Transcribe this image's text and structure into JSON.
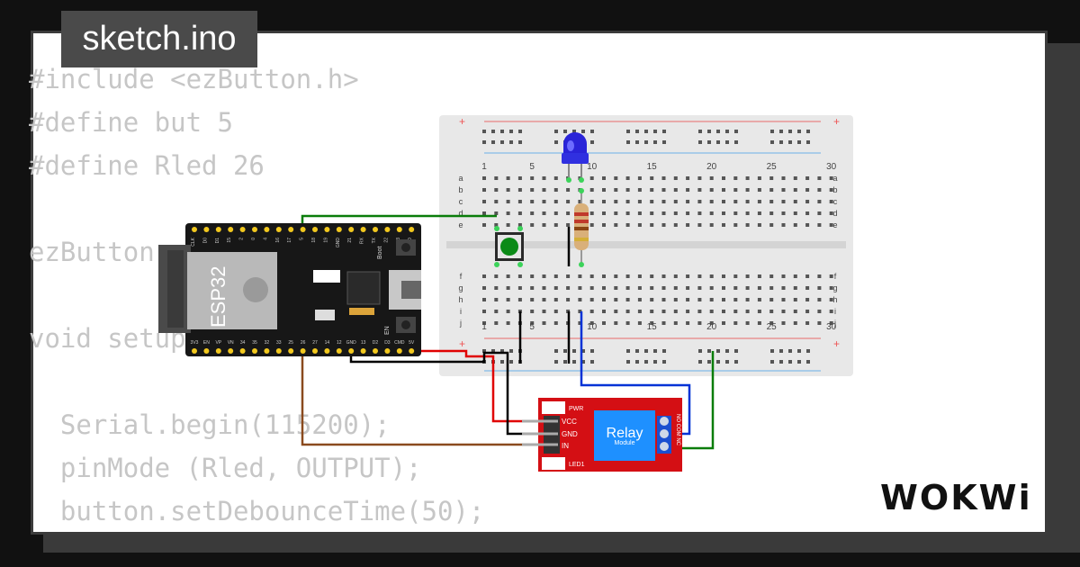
{
  "tab": {
    "filename": "sketch.ino"
  },
  "code_lines": [
    "#include <ezButton.h>",
    "#define but 5",
    "#define Rled 26",
    "",
    "ezButton",
    "",
    "void setup() {",
    "",
    "  Serial.begin(115200);",
    "  pinMode (Rled, OUTPUT);",
    "  button.setDebounceTime(50);"
  ],
  "esp32": {
    "label": "ESP32",
    "top_pins": [
      "CLK",
      "D0",
      "D1",
      "15",
      "2",
      "0",
      "4",
      "16",
      "17",
      "5",
      "18",
      "19",
      "GND",
      "21",
      "RX",
      "TX",
      "22",
      "23",
      "GND"
    ],
    "bottom_pins": [
      "3V3",
      "EN",
      "VP",
      "VN",
      "34",
      "35",
      "32",
      "33",
      "25",
      "26",
      "27",
      "14",
      "12",
      "GND",
      "13",
      "D2",
      "D3",
      "CMD",
      "5V"
    ],
    "boot_label": "Boot",
    "en_label": "EN"
  },
  "breadboard": {
    "col_numbers": [
      "1",
      "5",
      "10",
      "15",
      "20",
      "25",
      "30"
    ],
    "rows_top": [
      "a",
      "b",
      "c",
      "d",
      "e"
    ],
    "rows_bottom": [
      "f",
      "g",
      "h",
      "i",
      "j"
    ],
    "plus": "+",
    "minus": "-"
  },
  "relay": {
    "title": "Relay",
    "subtitle": "Module",
    "pwr": "PWR",
    "led": "LED1",
    "vcc": "VCC",
    "gnd": "GND",
    "in": "IN",
    "side": "NO COM NC"
  },
  "logo": {
    "text": "WOKWi"
  },
  "colors": {
    "wire_green": "#0a7d0a",
    "wire_red": "#e00000",
    "wire_black": "#000000",
    "wire_blue": "#0032d6",
    "wire_brown": "#8a4a1e",
    "relay_red": "#d40f14",
    "relay_blue": "#1e90ff",
    "led_blue": "#2a24d8"
  }
}
